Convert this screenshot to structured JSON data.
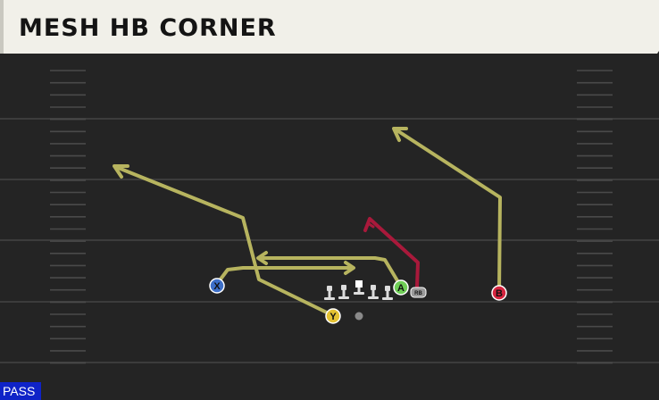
{
  "play": {
    "name": "MESH HB CORNER",
    "type_badge": "PASS"
  },
  "colors": {
    "field": "#242424",
    "yard_line": "#3c3c3c",
    "hash_mark": "#4a4a4a",
    "route": "#b7b45f",
    "block_route": "#a9193b",
    "header_bg": "#f1f0e9",
    "badge_bg": "#0f23c8"
  },
  "players": [
    {
      "id": "X",
      "label": "X",
      "role": "receiver",
      "color": "#3d6fc8"
    },
    {
      "id": "Y",
      "label": "Y",
      "role": "receiver",
      "color": "#e4c233"
    },
    {
      "id": "A",
      "label": "A",
      "role": "receiver",
      "color": "#6fce56"
    },
    {
      "id": "B",
      "label": "B",
      "role": "receiver",
      "color": "#d6253f"
    },
    {
      "id": "RB",
      "label": "RB",
      "role": "running back",
      "color": "#9a9a9a"
    }
  ],
  "linemen": [
    "left-tackle",
    "left-guard",
    "center",
    "right-guard",
    "right-tackle"
  ],
  "quarterback": {
    "color": "#8a8a8a"
  },
  "icons": {
    "lineman": "lineman-icon",
    "center": "center-icon",
    "quarterback": "qb-dot-icon",
    "route_arrow": "route-arrow-icon"
  }
}
